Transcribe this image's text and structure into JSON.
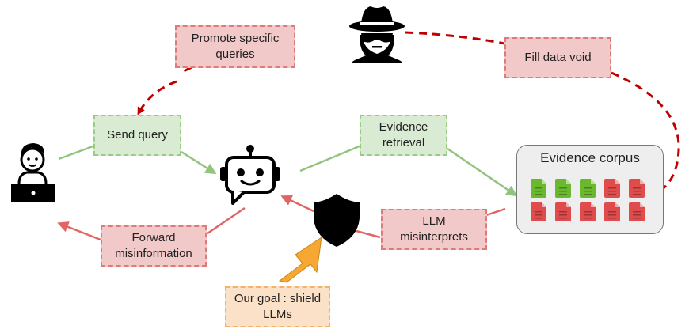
{
  "diagram": {
    "title": "LLM misinformation shielding pipeline",
    "colors": {
      "attack": "#c00000",
      "misinfo": "#e06666",
      "benign": "#93c47d",
      "goal": "#f6a833",
      "doc_good": "#6ab82e",
      "doc_bad": "#e04c4c"
    },
    "nodes": {
      "user": {
        "icon": "user-laptop-icon"
      },
      "llm": {
        "icon": "robot-chat-icon"
      },
      "attacker": {
        "icon": "spy-attacker-icon"
      },
      "shield": {
        "icon": "shield-icon"
      },
      "corpus": {
        "label": "Evidence corpus",
        "rows": [
          [
            "good",
            "good",
            "good",
            "bad",
            "bad"
          ],
          [
            "bad",
            "bad",
            "bad",
            "bad",
            "bad"
          ]
        ]
      }
    },
    "labels": {
      "promote": "Promote specific queries",
      "fill_void": "Fill data void",
      "send_query": "Send query",
      "evidence_retrieval": "Evidence retrieval",
      "forward_misinfo": "Forward misinformation",
      "llm_misinterprets": "LLM misinterprets",
      "goal": "Our goal : shield LLMs"
    }
  }
}
